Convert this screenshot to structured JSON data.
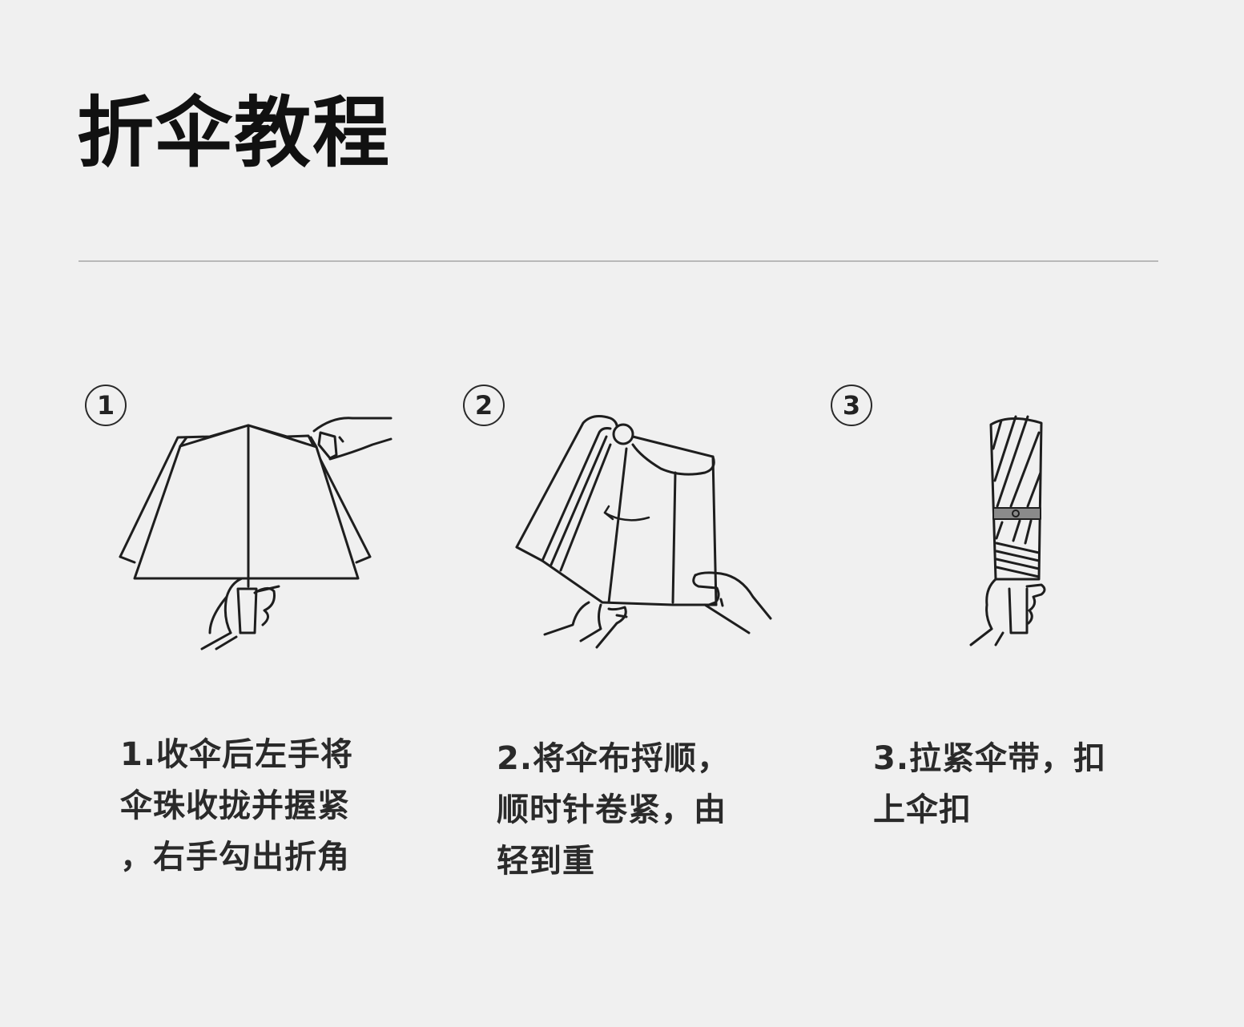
{
  "page": {
    "title": "折伞教程",
    "background": "#f0f0f0",
    "divider_color": "#b8b8b8"
  },
  "steps": [
    {
      "number": "1",
      "icon": "open-umbrella-gather-icon",
      "lines": [
        "1.收伞后左手将",
        "伞珠收拢并握紧",
        "，右手勾出折角"
      ]
    },
    {
      "number": "2",
      "icon": "umbrella-roll-clockwise-icon",
      "lines": [
        "2.将伞布捋顺，",
        "顺时针卷紧，由",
        "轻到重"
      ]
    },
    {
      "number": "3",
      "icon": "folded-umbrella-strapped-icon",
      "lines": [
        "3.拉紧伞带，扣",
        "上伞扣"
      ]
    }
  ]
}
